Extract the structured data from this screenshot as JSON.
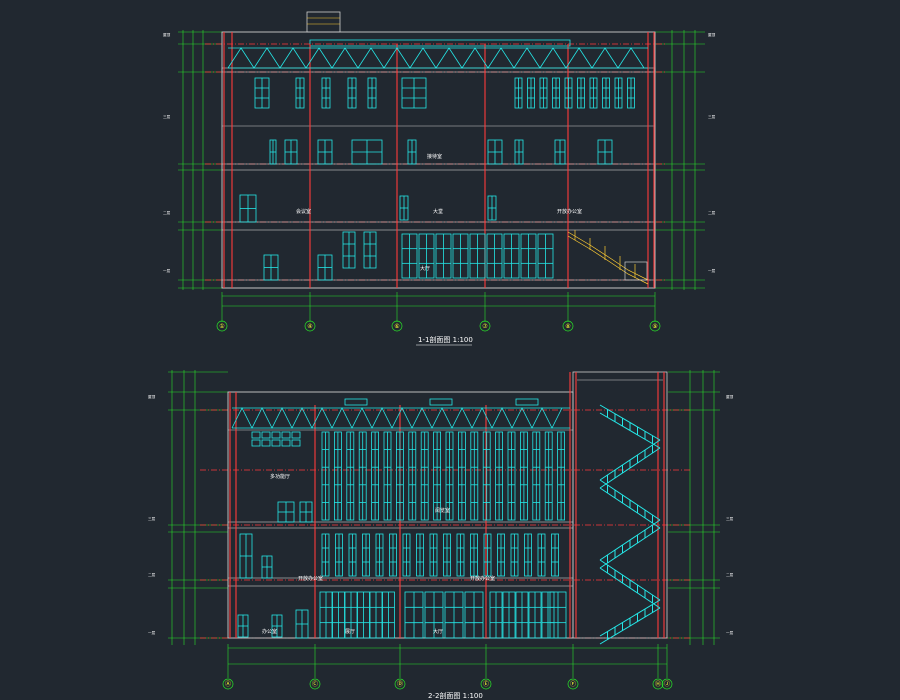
{
  "colors": {
    "background": "#212830",
    "wall": "#ff3a3a",
    "window": "#25e6e6",
    "frame": "#cccccc",
    "dimension": "#29e029",
    "axis": "#ffff33",
    "text": "#ffffff",
    "stair": "#ffcc33"
  },
  "section1": {
    "title": "1-1剖面图 1:100",
    "axes": [
      "①",
      "④",
      "⑥",
      "⑦",
      "⑧",
      "⑨"
    ],
    "rooms": [
      "会议室",
      "接待室",
      "大堂",
      "开放办公室",
      "大厅"
    ],
    "levels": [
      "屋顶",
      "三层",
      "二层",
      "一层"
    ]
  },
  "section2": {
    "title": "2-2剖面图 1:100",
    "axes": [
      "Ⓐ",
      "Ⓒ",
      "Ⓓ",
      "Ⓔ",
      "Ⓕ",
      "Ⓗ",
      "Ⓙ"
    ],
    "rooms": [
      "多功能厅",
      "阅览室",
      "开放办公室",
      "办公室",
      "展厅",
      "大厅"
    ],
    "levels": [
      "屋顶",
      "三层",
      "二层",
      "一层"
    ]
  }
}
